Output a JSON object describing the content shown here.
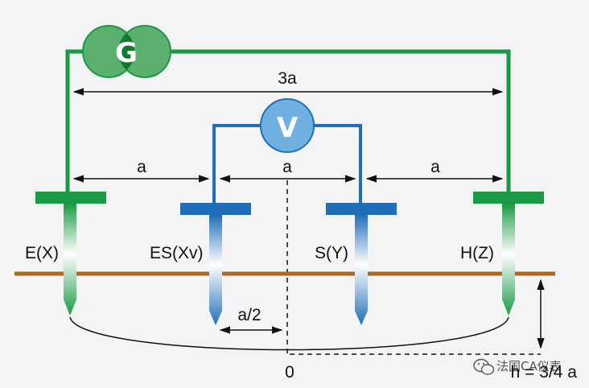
{
  "colors": {
    "background": "#f4f4f6",
    "green": "#1a9a45",
    "blue": "#1f6fb8",
    "ground": "#a8692a",
    "black": "#111111"
  },
  "generator": {
    "letter": "G"
  },
  "voltmeter": {
    "letter": "V"
  },
  "dimensions": {
    "total": "3a",
    "span_left": "a",
    "span_middle": "a",
    "span_right": "a",
    "half": "a/2",
    "depth": "h = 3/4 a"
  },
  "electrodes": {
    "e": "E(X)",
    "es": "ES(Xv)",
    "s": "S(Y)",
    "h": "H(Z)"
  },
  "center_label": "0",
  "watermark": {
    "icon": "wechat-icon",
    "text": "法国CA仪表"
  }
}
